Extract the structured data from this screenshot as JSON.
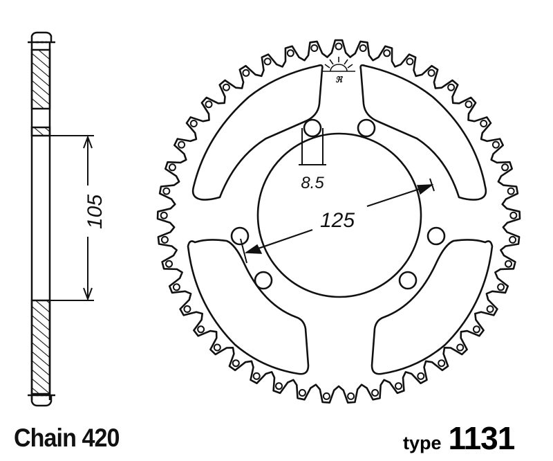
{
  "drawing": {
    "chain_label": "Chain 420",
    "type_prefix": "type",
    "type_number": "1131",
    "dimensions": {
      "bolt_circle_diameter": "105",
      "center_bore_diameter": "125",
      "bolt_hole_diameter": "8.5"
    },
    "teeth": 45,
    "colors": {
      "line": "#111111",
      "background": "#ffffff"
    }
  }
}
